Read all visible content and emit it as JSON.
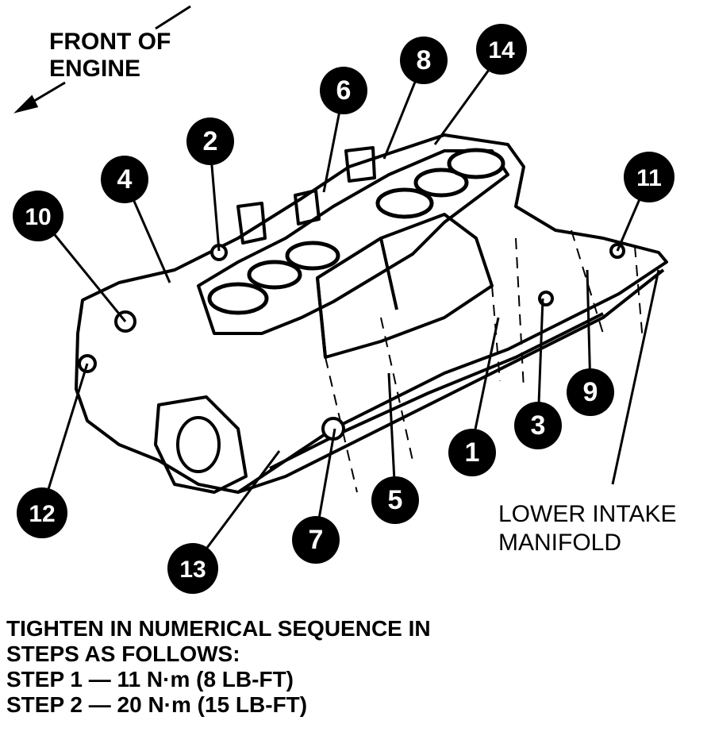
{
  "labels": {
    "front_of_engine": [
      "FRONT OF",
      "ENGINE"
    ],
    "lower_intake_manifold": [
      "LOWER INTAKE",
      "MANIFOLD"
    ]
  },
  "instructions": [
    "TIGHTEN IN NUMERICAL SEQUENCE IN",
    "STEPS AS FOLLOWS:",
    "STEP 1 — 11 N·m (8 LB-FT)",
    "STEP 2 — 20 N·m (15 LB-FT)"
  ],
  "callouts": [
    "1",
    "2",
    "3",
    "4",
    "5",
    "6",
    "7",
    "8",
    "9",
    "10",
    "11",
    "12",
    "13",
    "14"
  ],
  "colors": {
    "ink": "#000000",
    "paper": "#ffffff"
  }
}
